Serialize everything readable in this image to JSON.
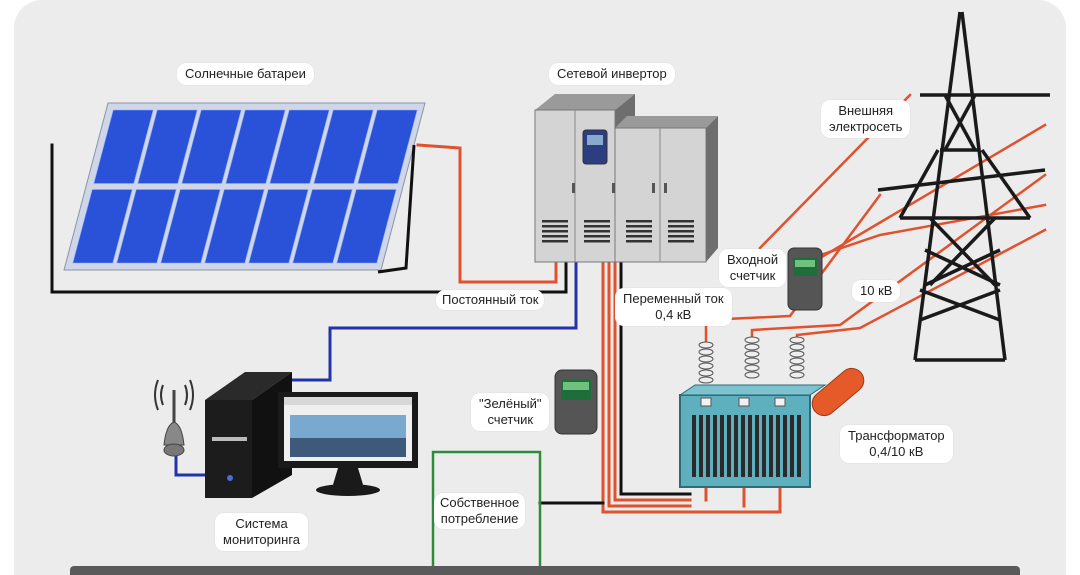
{
  "labels": {
    "solar_panels": "Солнечные батареи",
    "grid_inverter": "Сетевой инвертор",
    "external_grid": "Внешняя\nэлектросеть",
    "input_meter": "Входной\nсчетчик",
    "voltage_10kv": "10 кВ",
    "dc_current": "Постоянный ток",
    "ac_current": "Переменный ток\n0,4 кВ",
    "green_meter": "\"Зелёный\"\nсчетчик",
    "transformer": "Трансформатор\n0,4/10 кВ",
    "monitoring_system": "Система\nмониторинга",
    "own_consumption": "Собственное\nпотребление"
  },
  "colors": {
    "background": "#ececec",
    "panel_cell": "#2a52d9",
    "wire_red": "#e0522e",
    "wire_blue": "#2233aa",
    "wire_black": "#111111",
    "consumption_box": "#2e8b3a",
    "transformer_body": "#5fb0bf"
  }
}
